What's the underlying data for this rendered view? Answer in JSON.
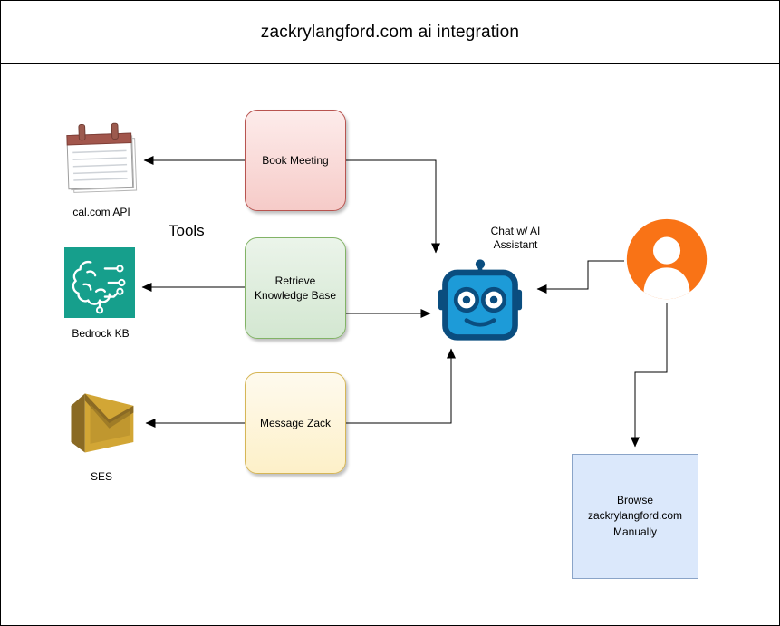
{
  "title": "zackrylangford.com ai integration",
  "labels": {
    "tools": "Tools"
  },
  "nodes": {
    "cal_api": {
      "label": "cal.com API"
    },
    "bedrock_kb": {
      "label": "Bedrock KB"
    },
    "ses": {
      "label": "SES"
    },
    "book_meeting": {
      "label": "Book Meeting"
    },
    "retrieve_kb": {
      "label": "Retrieve Knowledge Base"
    },
    "message_zack": {
      "label": "Message Zack"
    },
    "assistant": {
      "label": "Chat w/ AI Assistant"
    },
    "browse": {
      "label": "Browse zackrylangford.com Manually"
    }
  },
  "edges": [
    {
      "from": "book_meeting",
      "to": "cal_api"
    },
    {
      "from": "retrieve_kb",
      "to": "bedrock_kb"
    },
    {
      "from": "message_zack",
      "to": "ses"
    },
    {
      "from": "book_meeting",
      "to": "assistant"
    },
    {
      "from": "retrieve_kb",
      "to": "assistant"
    },
    {
      "from": "message_zack",
      "to": "assistant"
    },
    {
      "from": "user",
      "to": "assistant"
    },
    {
      "from": "user",
      "to": "browse"
    }
  ],
  "colors": {
    "book_meeting_fill": "#f8cecc",
    "book_meeting_stroke": "#b85450",
    "retrieve_fill": "#d5e8d4",
    "retrieve_stroke": "#82b366",
    "message_fill": "#fff2cc",
    "message_stroke": "#d6b656",
    "browse_fill": "#dae8fc",
    "browse_stroke": "#6c8ebf",
    "person_orange": "#f97316",
    "robot_blue": "#1d9bd8",
    "robot_dark_blue": "#0a4d7f",
    "bedrock_teal": "#169f8c",
    "ses_gold": "#d2a635",
    "calendar_red": "#a2564c"
  }
}
